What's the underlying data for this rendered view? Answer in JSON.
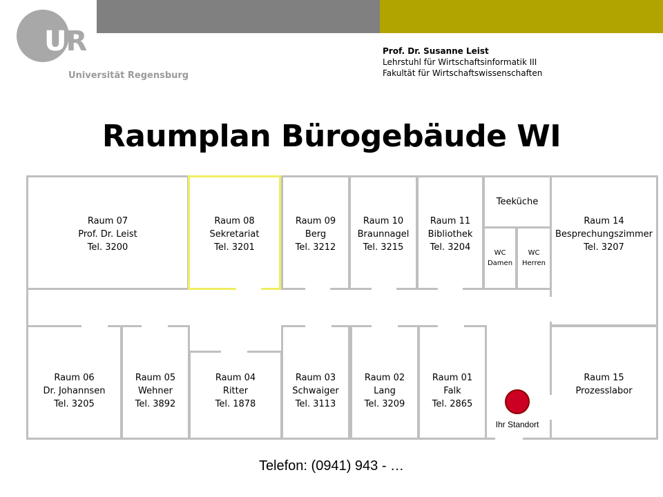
{
  "header": {
    "prof_name": "Prof. Dr. Susanne Leist",
    "chair": "Lehrstuhl für Wirtschaftsinformatik III",
    "faculty": "Fakultät für Wirtschaftswissenschaften"
  },
  "logo": {
    "letters_u": "U",
    "letters_r": "R",
    "university": "Universität Regensburg"
  },
  "colors": {
    "olive": "#b2a400",
    "grey": "#808080",
    "highlight": "#f0ee62",
    "marker": "#cc0022"
  },
  "title": "Raumplan Bürogebäude WI",
  "rooms": {
    "r07": {
      "number": "Raum 07",
      "person": "Prof. Dr. Leist",
      "phone": "Tel. 3200"
    },
    "r08": {
      "number": "Raum 08",
      "person": "Sekretariat",
      "phone": "Tel. 3201"
    },
    "r09": {
      "number": "Raum 09",
      "person": "Berg",
      "phone": "Tel. 3212"
    },
    "r10": {
      "number": "Raum 10",
      "person": "Braunnagel",
      "phone": "Tel. 3215"
    },
    "r11": {
      "number": "Raum 11",
      "person": "Bibliothek",
      "phone": "Tel. 3204"
    },
    "kitchen": {
      "label": "Teeküche"
    },
    "wc_damen": {
      "top": "WC",
      "bottom": "Damen"
    },
    "wc_herren": {
      "top": "WC",
      "bottom": "Herren"
    },
    "r14": {
      "number": "Raum 14",
      "person": "Besprechungszimmer",
      "phone": "Tel. 3207"
    },
    "r06": {
      "number": "Raum 06",
      "person": "Dr. Johannsen",
      "phone": "Tel. 3205"
    },
    "r05": {
      "number": "Raum 05",
      "person": "Wehner",
      "phone": "Tel. 3892"
    },
    "r04": {
      "number": "Raum 04",
      "person": "Ritter",
      "phone": "Tel. 1878"
    },
    "r03": {
      "number": "Raum 03",
      "person": "Schwaiger",
      "phone": "Tel. 3113"
    },
    "r02": {
      "number": "Raum 02",
      "person": "Lang",
      "phone": "Tel. 3209"
    },
    "r01": {
      "number": "Raum 01",
      "person": "Falk",
      "phone": "Tel. 2865"
    },
    "r15": {
      "number": "Raum 15",
      "person": "Prozesslabor"
    }
  },
  "standort": {
    "label": "Ihr Standort"
  },
  "footer": {
    "telefon": "Telefon: (0941) 943 - …"
  }
}
